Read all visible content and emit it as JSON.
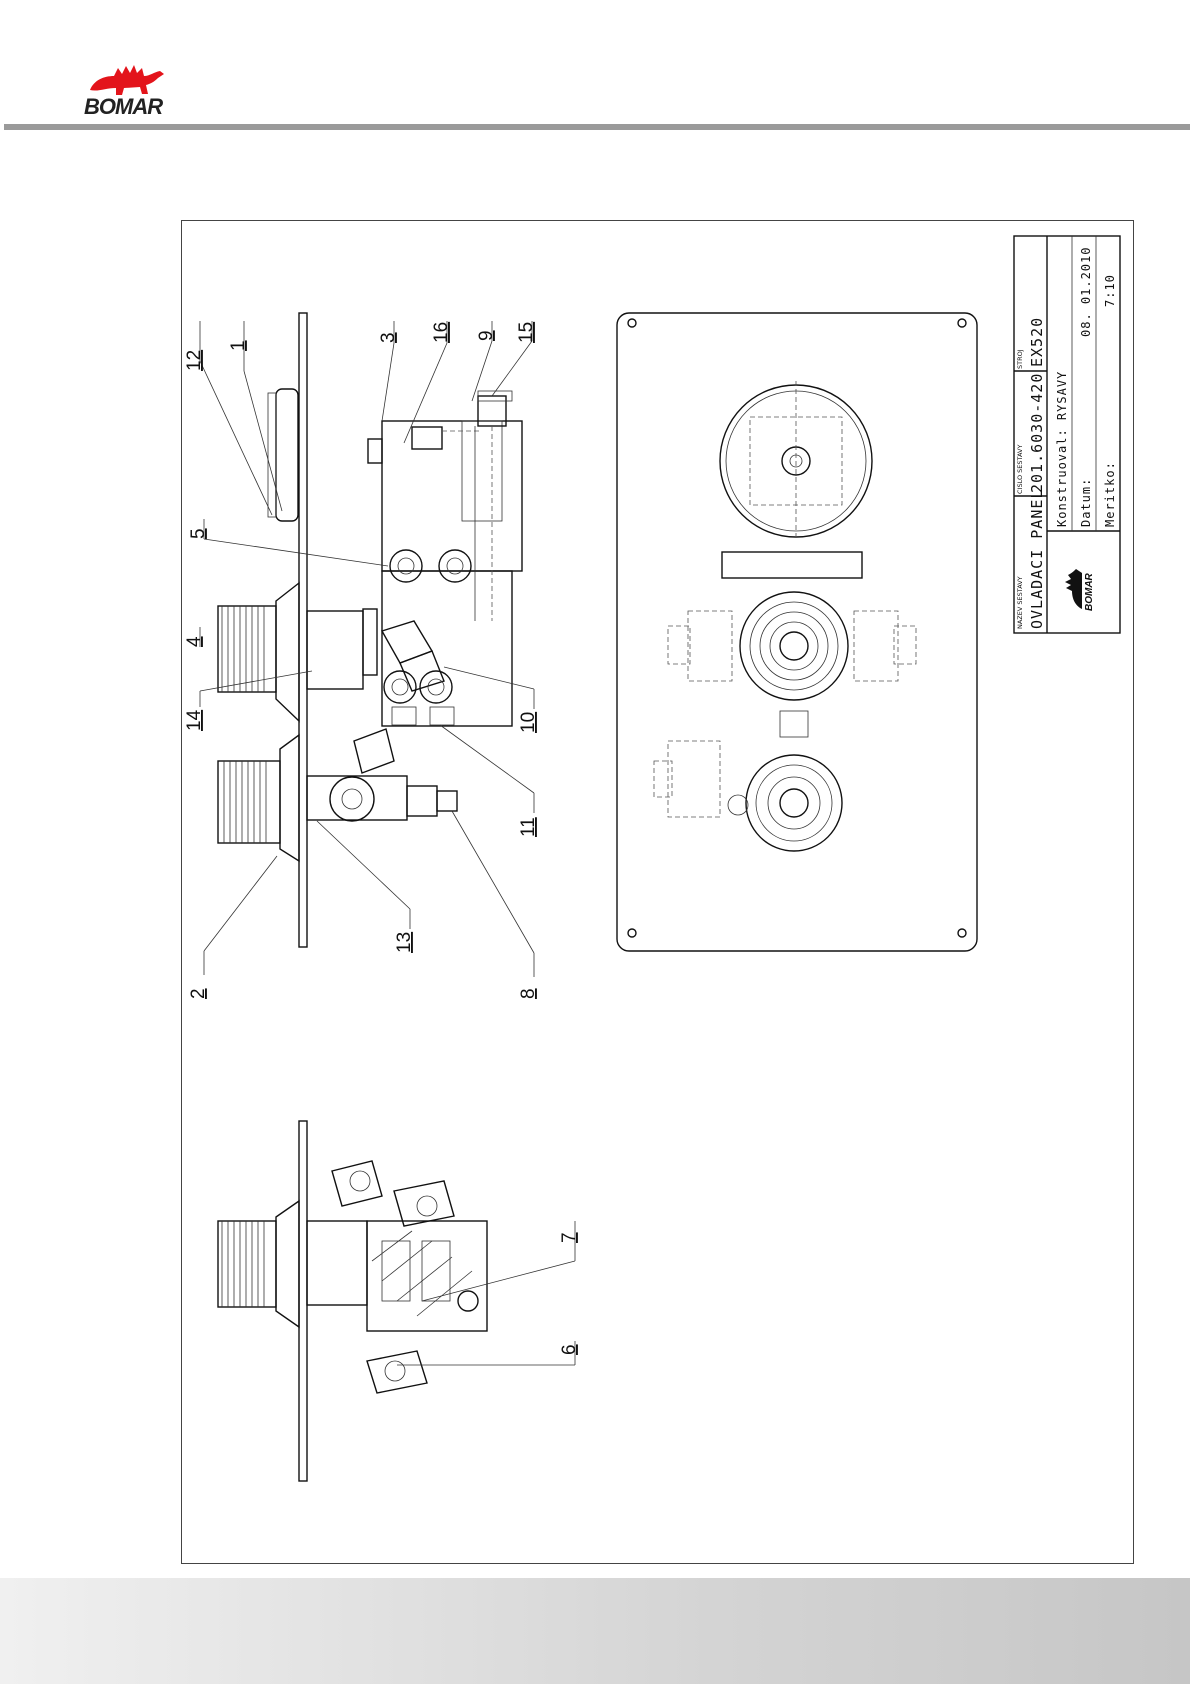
{
  "header": {
    "logo_text": "BOMAR",
    "logo_colors": {
      "dinosaur": "#e3141b",
      "text": "#222222"
    },
    "rule_color": "#9a9a9a"
  },
  "drawing": {
    "balloons_top_view": [
      "12",
      "1",
      "3",
      "16",
      "9",
      "15",
      "5",
      "4",
      "14",
      "10",
      "11",
      "2",
      "13",
      "8"
    ],
    "balloons_side_view": [
      "7",
      "6"
    ]
  },
  "title_block": {
    "name_label": "NAZEV SESTAVY",
    "name_value": "OVLADACI PANEL",
    "number_label": "CISLO SESTAVY",
    "number_value": "201.6030-420",
    "machine_label": "STROJ",
    "machine_value": "EX520",
    "designer": "Konstruoval: RYSAVY",
    "date_label": "Datum:",
    "date_value": "08. 01.2010",
    "scale_label": "Meritko:",
    "scale_value": "7:10",
    "logo_text": "BOMAR"
  },
  "footer": {
    "band_color": "#d0d0d0"
  }
}
